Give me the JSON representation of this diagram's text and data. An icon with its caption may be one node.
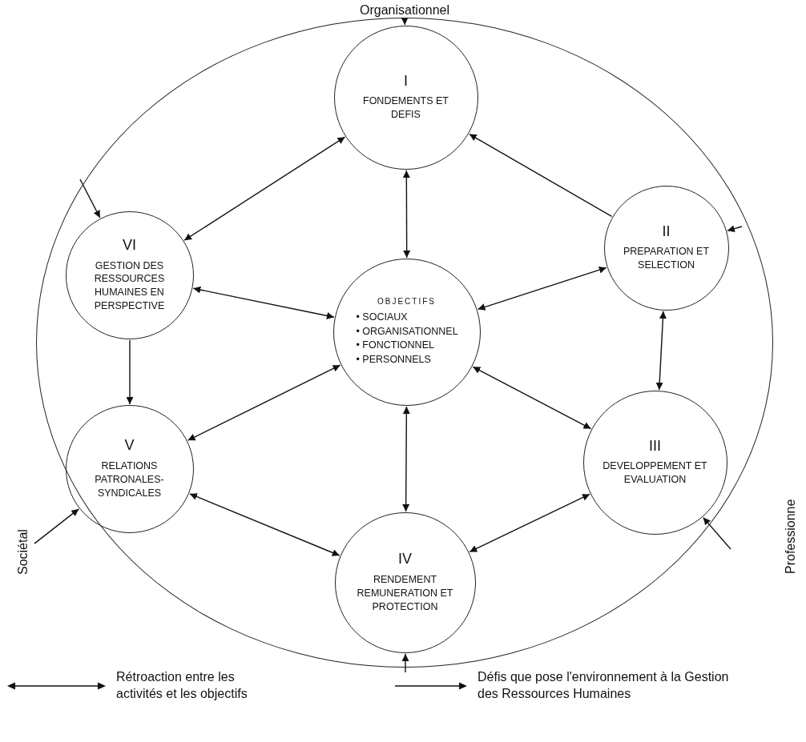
{
  "diagram": {
    "nodes": [
      {
        "text": [
          "Organisationnel"
        ]
      },
      {
        "text": [],
        "shape": "circle"
      },
      {
        "text": [
          "I",
          "FONDEMENTS ET DEFIS"
        ],
        "in": 1
      },
      {
        "text": [
          "VI",
          "GESTION DES RESSOURCES HUMAINES EN PERSPECTIVE"
        ],
        "in": 1
      },
      {
        "text": [
          "II",
          "PREPARATION ET SELECTION"
        ],
        "in": 1
      },
      {
        "text": [
          "OBJECTIFS",
          "• SOCIAUX",
          "• ORGANISATIONNEL",
          "• FONCTIONNEL",
          "• PERSONNELS"
        ],
        "in": 1
      },
      {
        "text": [
          "V",
          "RELATIONS PATRONALES-SYNDICALES"
        ],
        "in": 1
      },
      {
        "text": [
          "III",
          "DEVELOPPEMENT ET EVALUATION"
        ],
        "in": 1
      },
      {
        "text": [
          "IV",
          "RENDEMENT REMUNERATION ET PROTECTION"
        ],
        "in": 1
      },
      {
        "text": [
          "Sociétal"
        ]
      }
    ],
    "edges": [
      {
        "from": 0,
        "to": 2,
        "arrow": "to"
      },
      {
        "from": 2,
        "to": 3,
        "arrow": "both"
      },
      {
        "from": 2,
        "to": 5,
        "arrow": "both"
      },
      {
        "from": 4,
        "to": 2,
        "arrow": "to"
      },
      {
        "from": 3,
        "to": 5,
        "arrow": "both"
      },
      {
        "from": 5,
        "to": 4,
        "arrow": "both"
      },
      {
        "from": 3,
        "to": 6,
        "arrow": "to"
      },
      {
        "from": 4,
        "to": 7,
        "arrow": "both"
      },
      {
        "from": 5,
        "to": 6,
        "arrow": "both"
      },
      {
        "from": 5,
        "to": 7,
        "arrow": "both"
      },
      {
        "from": 5,
        "to": 8,
        "arrow": "both"
      },
      {
        "from": 6,
        "to": 8,
        "arrow": "both"
      },
      {
        "from": 8,
        "to": 7,
        "arrow": "both"
      },
      {
        "from": null,
        "to": 3,
        "arrow": "to"
      },
      {
        "from": null,
        "to": 4,
        "arrow": "to"
      },
      {
        "from": null,
        "to": 7,
        "arrow": "to"
      },
      {
        "from": null,
        "to": 8,
        "arrow": "to"
      },
      {
        "from": 9,
        "to": 6,
        "arrow": "to"
      }
    ],
    "labels": [
      "Professionne"
    ],
    "legend": [
      {
        "text": "Rétroaction entre les activités et les objectifs"
      },
      {
        "text": "Défis que pose l'environnement à la Gestion des Ressources Humaines"
      }
    ]
  }
}
